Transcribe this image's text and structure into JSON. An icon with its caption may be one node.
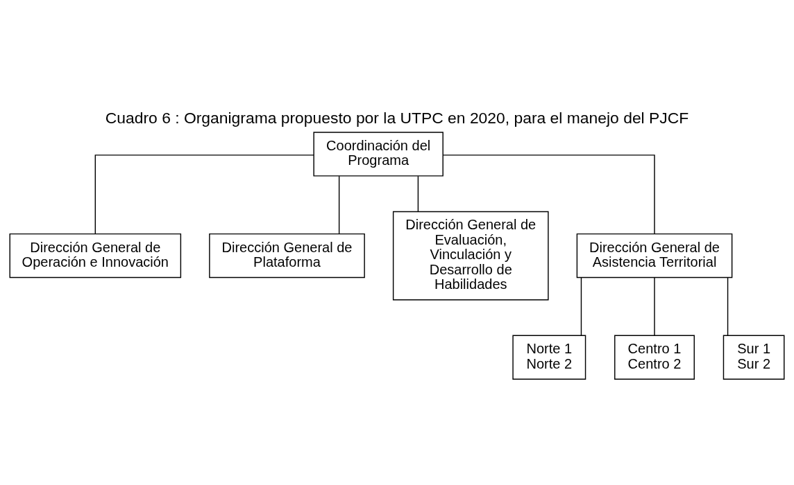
{
  "diagram": {
    "title": "Cuadro 6 : Organigrama propuesto por la UTPC en 2020, para el manejo del PJCF",
    "nodes": [
      {
        "text": [
          "Coordinación del Programa"
        ]
      },
      {
        "text": [
          "Dirección General de Operación e Innovación"
        ]
      },
      {
        "text": [
          "Dirección General de Plataforma"
        ]
      },
      {
        "text": [
          "Dirección General de Evaluación, Vinculación y Desarrollo de Habilidades"
        ]
      },
      {
        "text": [
          "Dirección General de Asistencia Territorial"
        ]
      },
      {
        "text": [
          "Norte 1",
          "Norte 2"
        ]
      },
      {
        "text": [
          "Centro 1",
          "Centro 2"
        ]
      },
      {
        "text": [
          "Sur 1",
          "Sur 2"
        ]
      }
    ],
    "edges": [
      {
        "from": 0,
        "to": 1,
        "arrow": "none"
      },
      {
        "from": 0,
        "to": 2,
        "arrow": "none"
      },
      {
        "from": 0,
        "to": 3,
        "arrow": "none"
      },
      {
        "from": 0,
        "to": 4,
        "arrow": "none"
      },
      {
        "from": 4,
        "to": 5,
        "arrow": "none"
      },
      {
        "from": 4,
        "to": 6,
        "arrow": "none"
      },
      {
        "from": 4,
        "to": 7,
        "arrow": "none"
      }
    ]
  }
}
